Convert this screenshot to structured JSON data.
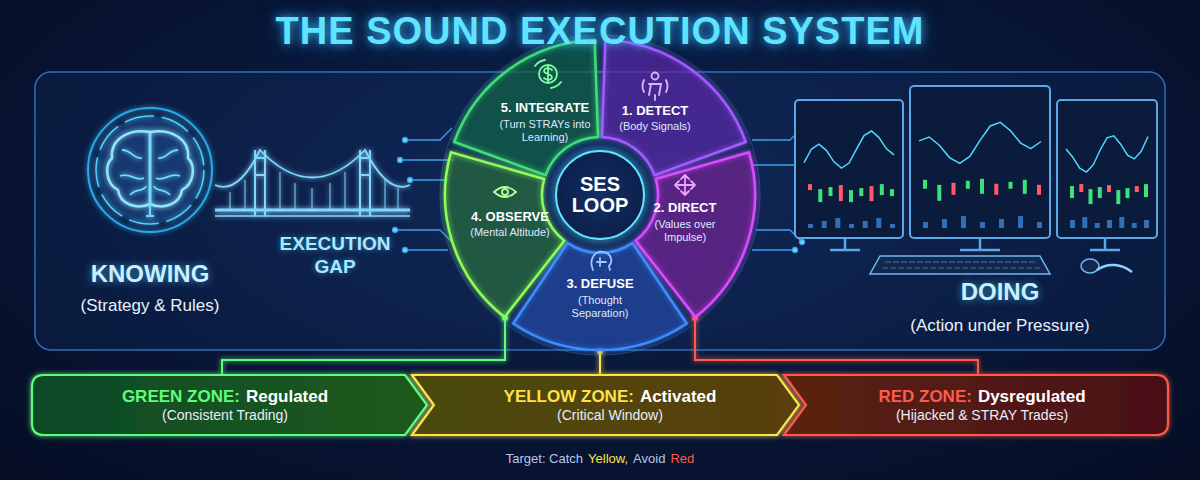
{
  "diagram": {
    "title": "THE SOUND EXECUTION SYSTEM",
    "nodes": [
      {
        "text": [
          "1. DETECT",
          "(Body Signals)"
        ]
      },
      {
        "text": [
          "2. DIRECT",
          "(Values over Impulse)"
        ]
      },
      {
        "text": [
          "3. DEFUSE",
          "(Thought Separation)"
        ]
      },
      {
        "text": [
          "4. OBSERVE",
          "(Mental Altitude)"
        ]
      },
      {
        "text": [
          "5. INTEGRATE",
          "(Turn STRAYs into Learning)"
        ]
      },
      {
        "text": [
          "SES LOOP"
        ]
      },
      {
        "text": [
          "GREEN ZONE:",
          "Regulated",
          "(Consistent Trading)"
        ]
      },
      {
        "text": [
          "YELLOW ZONE:",
          "Activated",
          "(Critical Window)"
        ]
      },
      {
        "text": [
          "RED ZONE:",
          "Dysregulated",
          "(Hijacked & STRAY Trades)"
        ]
      }
    ],
    "labels": [
      "KNOWING",
      "(Strategy & Rules)",
      "EXECUTION GAP",
      "DOING",
      "(Action under Pressure)",
      "Target: Catch",
      "Yellow,",
      "Avoid",
      "Red"
    ]
  }
}
